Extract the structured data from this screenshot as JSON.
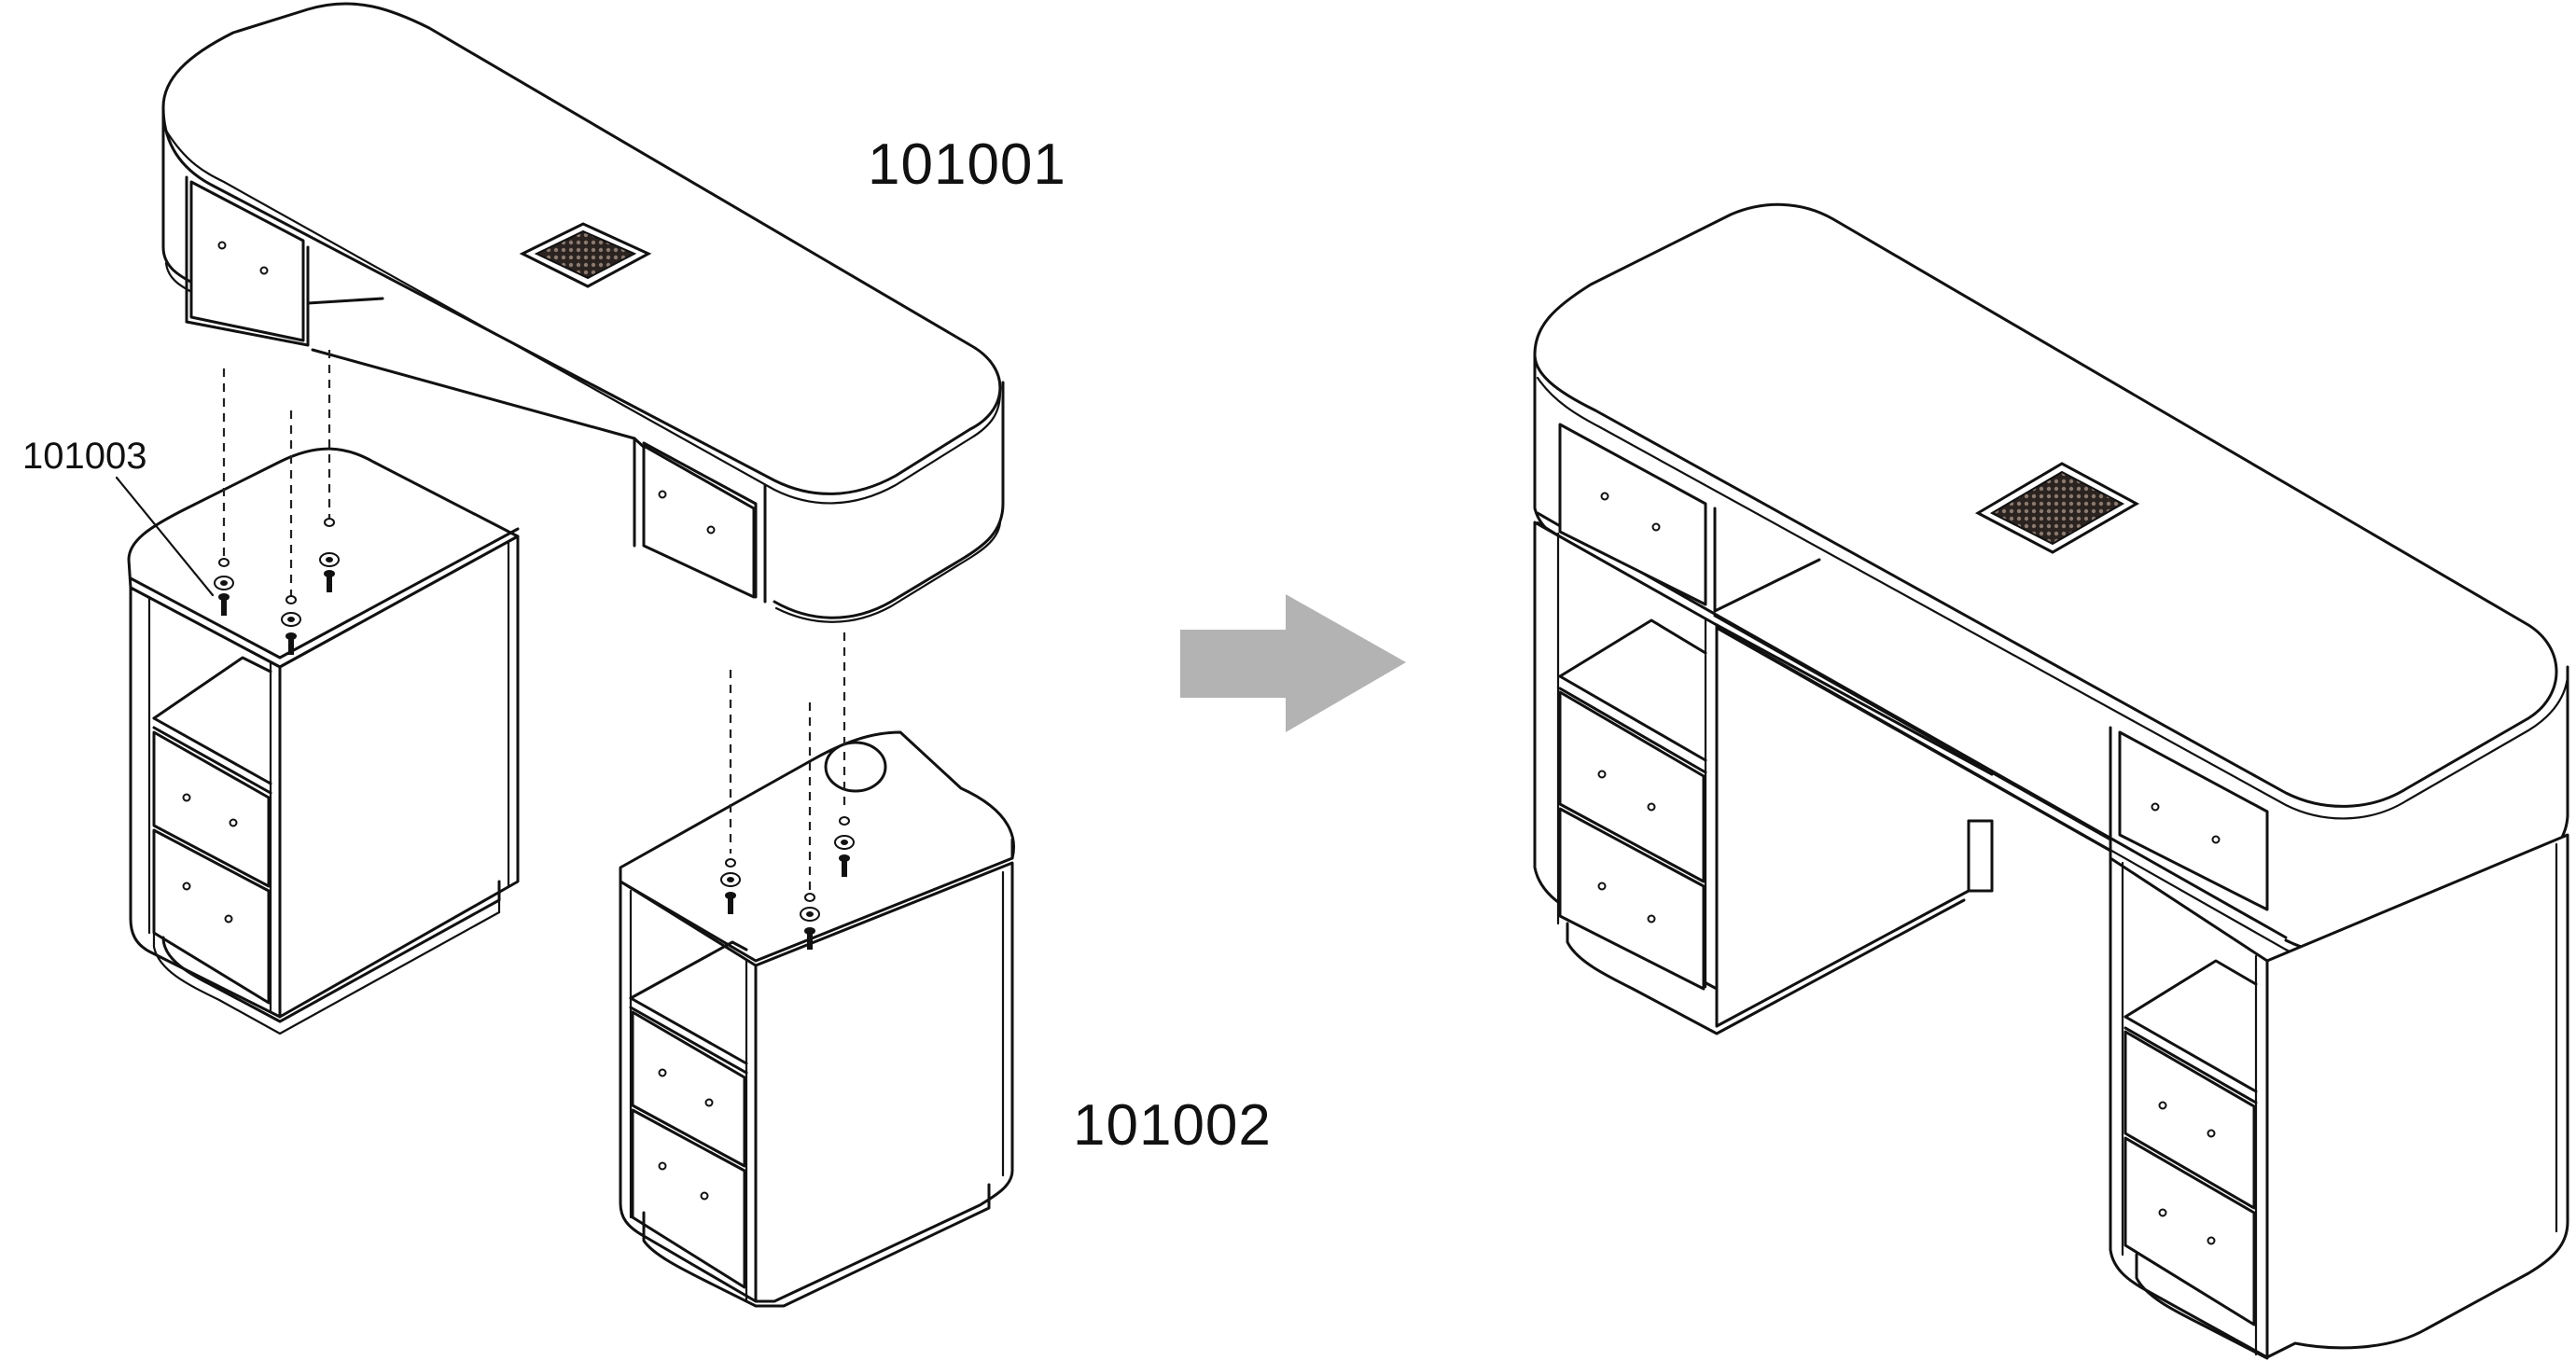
{
  "labels": {
    "top": "101001",
    "right_cabinet": "101002",
    "left_cabinet": "101003"
  },
  "icons": {
    "arrow": "right-arrow-icon",
    "screw": "screw-icon",
    "washer": "washer-icon",
    "vent": "dust-collector-vent-icon"
  },
  "colors": {
    "line": "#111111",
    "arrow": "#b3b3b3",
    "background": "#ffffff",
    "grille": "#2a2320"
  }
}
